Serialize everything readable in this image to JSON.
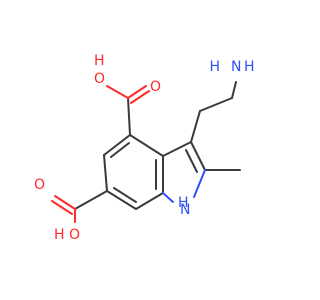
{
  "molecule": {
    "atom_labels": {
      "amine_N": "N",
      "amine_H1": "H",
      "amine_H2": "H",
      "acid4_O_hydroxyl": "O",
      "acid4_H_hydroxyl": "H",
      "acid4_O_carbonyl": "O",
      "acid6_O_hydroxyl": "O",
      "acid6_H_hydroxyl": "H",
      "acid6_O_carbonyl": "O",
      "ring_NH_H": "H",
      "ring_NH_N": "N"
    },
    "colors": {
      "bond": "#3a3a3a",
      "oxygen": "#ff2a2a",
      "nitrogen": "#3050f8"
    }
  }
}
